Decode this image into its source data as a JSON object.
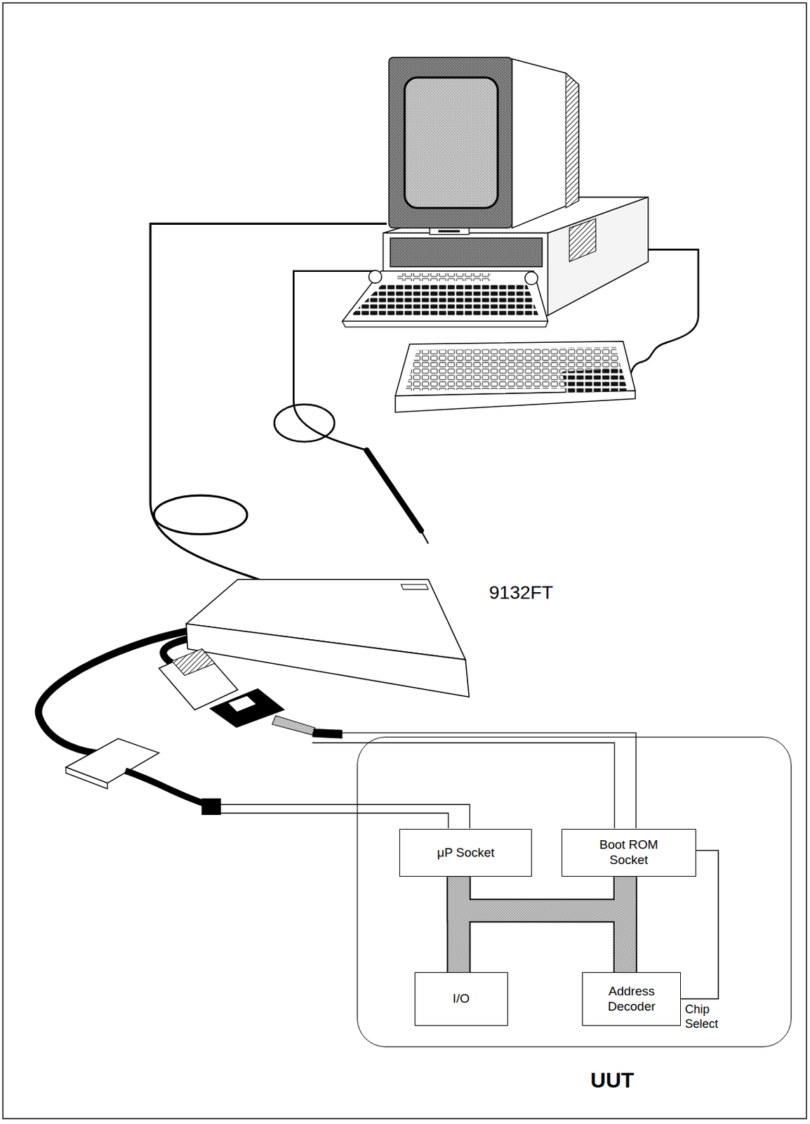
{
  "diagram": {
    "nodes": [
      {
        "text": [
          "UUT"
        ]
      },
      {
        "text": [
          "μP Socket"
        ],
        "in": 0
      },
      {
        "text": [
          "Boot ROM Socket"
        ],
        "in": 0
      },
      {
        "text": [
          "I/O"
        ],
        "in": 0
      },
      {
        "text": [
          "Address Decoder"
        ],
        "in": 0
      }
    ],
    "edges": [
      {
        "from": 1,
        "to": 3,
        "arrow": "none"
      },
      {
        "from": 2,
        "to": 4,
        "arrow": "none"
      },
      {
        "from": 1,
        "to": 2,
        "arrow": "none"
      },
      {
        "from": 4,
        "to": 2,
        "arrow": "none",
        "label": "Chip Select"
      }
    ],
    "labels": [
      "9132FT"
    ]
  }
}
